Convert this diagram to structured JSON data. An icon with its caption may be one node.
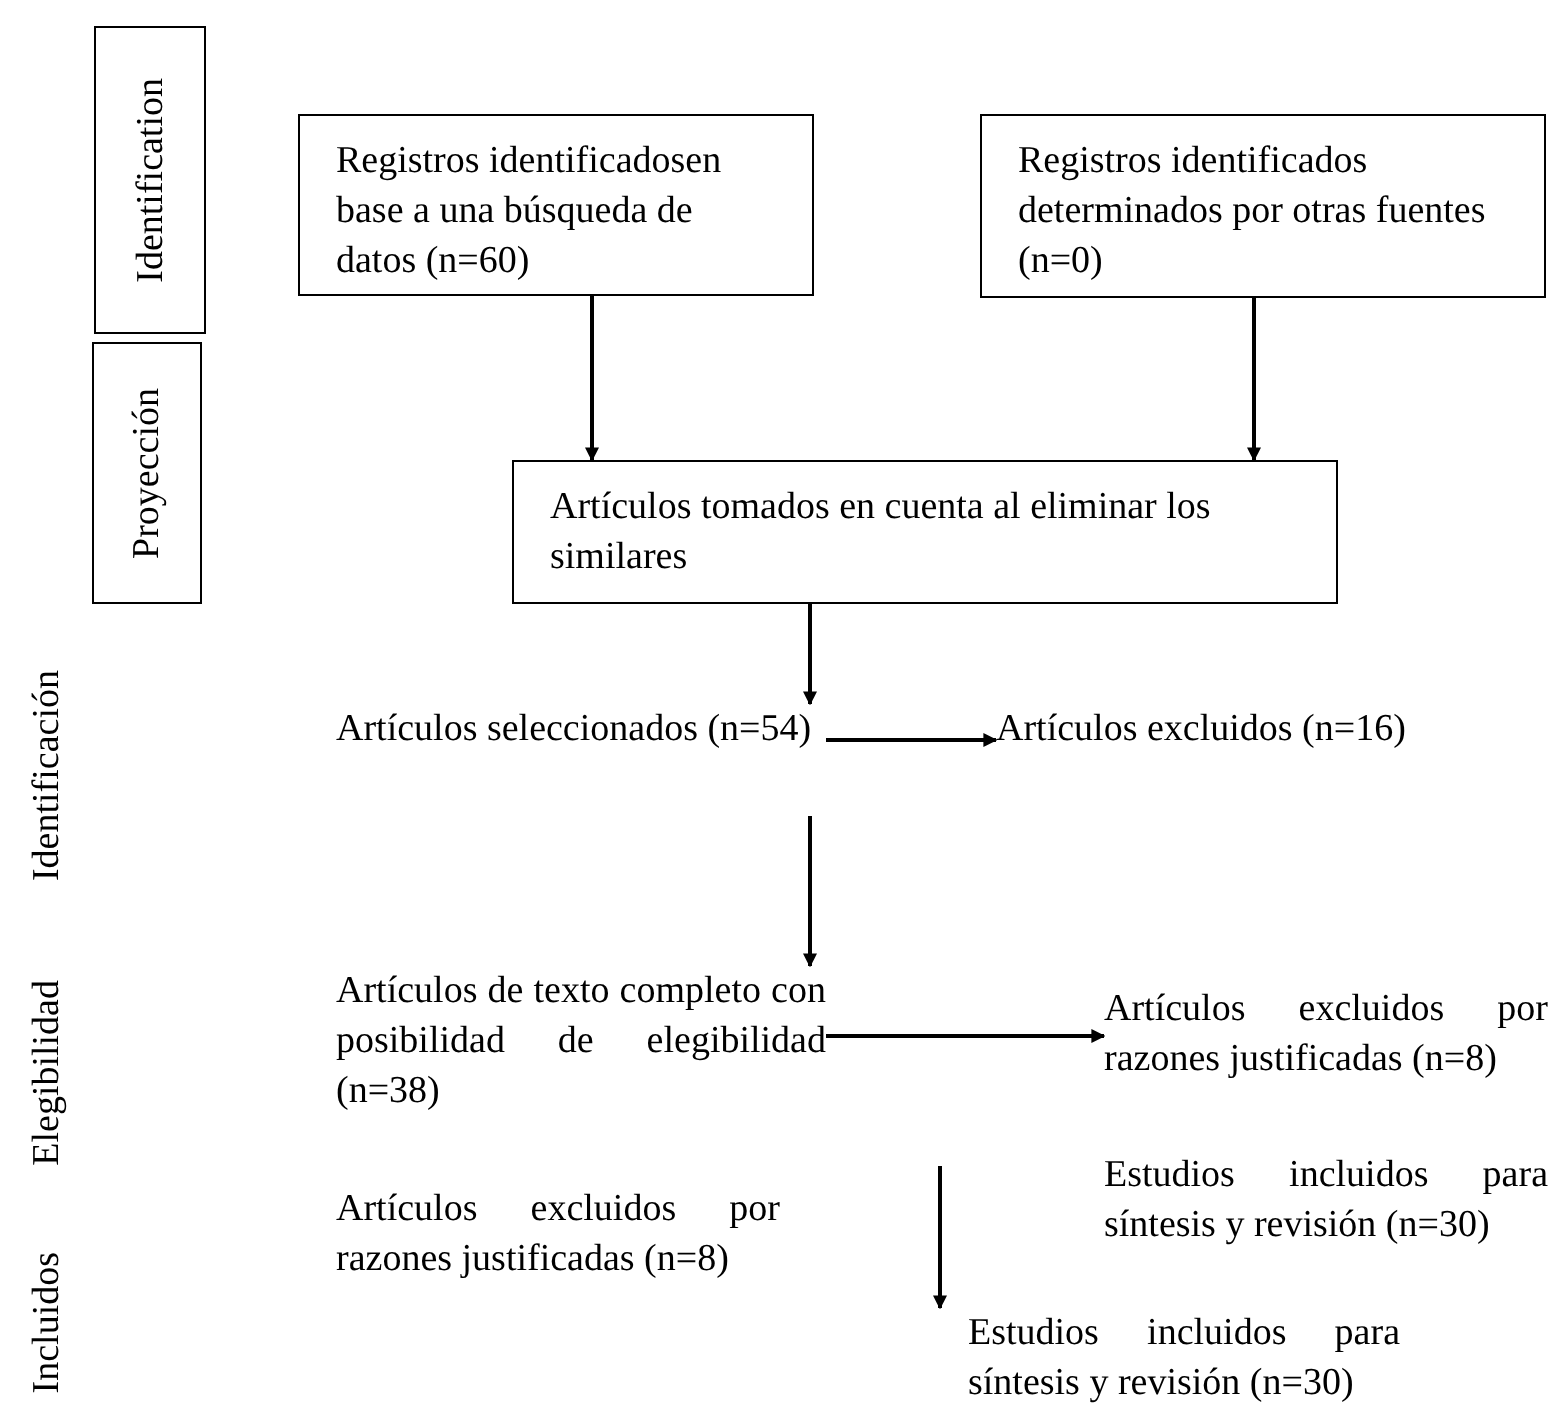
{
  "diagram": {
    "nodes": [
      {
        "text": [
          "Identification"
        ]
      },
      {
        "text": [
          "Registros identificadosen base a una búsqueda de datos (n=60)"
        ]
      },
      {
        "text": [
          "Registros identificados determinados por otras fuentes (n=0)"
        ]
      },
      {
        "text": [
          "Proyección"
        ]
      },
      {
        "text": [
          "Artículos tomados en cuenta al eliminar los similares"
        ]
      },
      {
        "text": [
          "Artículos seleccionados (n=54)"
        ]
      },
      {
        "text": [
          "Artículos excluidos (n=16)"
        ]
      },
      {
        "text": [
          "Artículos de texto completo con posibilidad de elegibilidad (n=38)"
        ]
      },
      {
        "text": [
          "Artículos excluidos por razones justificadas (n=8)"
        ]
      },
      {
        "text": [
          "Estudios incluidos para síntesis y revisión (n=30)"
        ]
      },
      {
        "text": [
          "Artículos excluidos por razones justificadas (n=8)"
        ]
      },
      {
        "text": [
          "Estudios incluidos para síntesis y revisión (n=30)"
        ]
      }
    ],
    "edges": [
      {
        "from": 1,
        "to": 4,
        "arrow": "to"
      },
      {
        "from": 2,
        "to": 4,
        "arrow": "to"
      },
      {
        "from": 4,
        "to": 5,
        "arrow": "to"
      },
      {
        "from": 5,
        "to": 6,
        "arrow": "to"
      },
      {
        "from": 5,
        "to": 7,
        "arrow": "to"
      },
      {
        "from": 7,
        "to": 8,
        "arrow": "to"
      },
      {
        "from": null,
        "to": 11,
        "arrow": "to"
      }
    ],
    "labels": [
      "Identificación",
      "Elegibilidad",
      "Incluidos"
    ]
  }
}
